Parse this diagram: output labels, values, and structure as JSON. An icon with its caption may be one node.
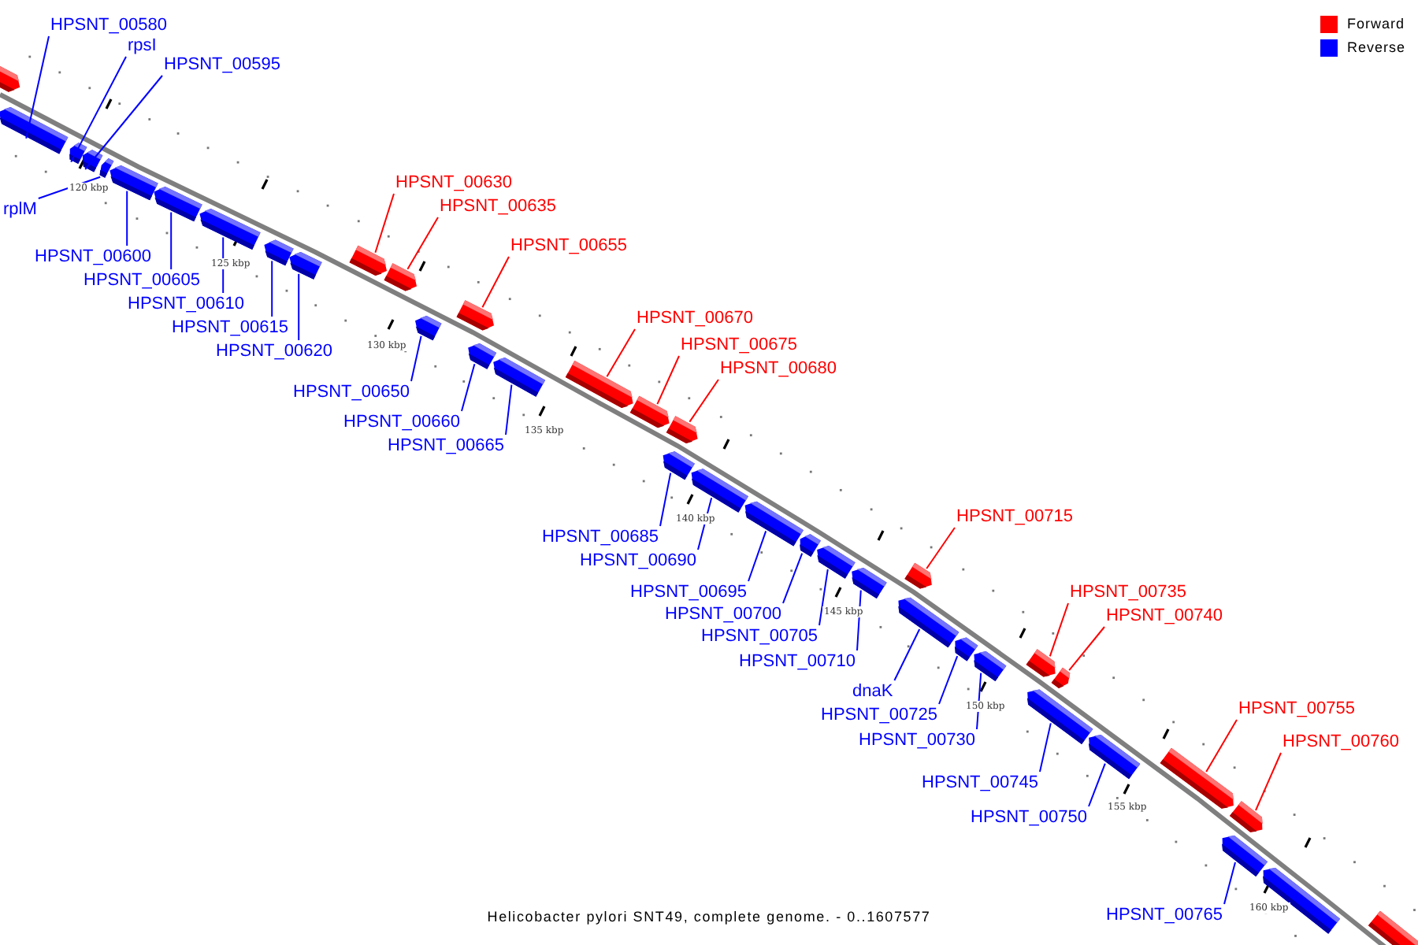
{
  "diagram": {
    "caption": "Helicobacter pylori SNT49, complete genome. - 0..1607577",
    "nodes": [
      {
        "text": [
          "HPSNT_00580"
        ]
      },
      {
        "text": [
          "rpsI"
        ]
      },
      {
        "text": [
          "HPSNT_00595"
        ]
      },
      {
        "text": [
          "rplM"
        ]
      },
      {
        "text": [
          "HPSNT_00600"
        ]
      },
      {
        "text": [
          "HPSNT_00605"
        ]
      },
      {
        "text": [
          "HPSNT_00610"
        ]
      },
      {
        "text": [
          "HPSNT_00615"
        ]
      },
      {
        "text": [
          "HPSNT_00620"
        ]
      },
      {
        "text": [
          "HPSNT_00630"
        ]
      },
      {
        "text": [
          "HPSNT_00635"
        ]
      },
      {
        "text": [
          "HPSNT_00650"
        ]
      },
      {
        "text": [
          "HPSNT_00655"
        ]
      },
      {
        "text": [
          "HPSNT_00660"
        ]
      },
      {
        "text": [
          "HPSNT_00665"
        ]
      },
      {
        "text": [
          "HPSNT_00670"
        ]
      },
      {
        "text": [
          "HPSNT_00675"
        ]
      },
      {
        "text": [
          "HPSNT_00680"
        ]
      },
      {
        "text": [
          "HPSNT_00685"
        ]
      },
      {
        "text": [
          "HPSNT_00690"
        ]
      },
      {
        "text": [
          "HPSNT_00695"
        ]
      },
      {
        "text": [
          "HPSNT_00700"
        ]
      },
      {
        "text": [
          "HPSNT_00705"
        ]
      },
      {
        "text": [
          "HPSNT_00710"
        ]
      },
      {
        "text": [
          "HPSNT_00715"
        ]
      },
      {
        "text": [
          "dnaK"
        ]
      },
      {
        "text": [
          "HPSNT_00725"
        ]
      },
      {
        "text": [
          "HPSNT_00730"
        ]
      },
      {
        "text": [
          "HPSNT_00735"
        ]
      },
      {
        "text": [
          "HPSNT_00740"
        ]
      },
      {
        "text": [
          "HPSNT_00745"
        ]
      },
      {
        "text": [
          "HPSNT_00750"
        ]
      },
      {
        "text": [
          "HPSNT_00755"
        ]
      },
      {
        "text": [
          "HPSNT_00760"
        ]
      },
      {
        "text": [
          "HPSNT_00765"
        ]
      },
      {
        "text": [],
        "shape": "bar"
      },
      {
        "text": [],
        "shape": "bar"
      },
      {
        "text": [],
        "shape": "bar"
      },
      {
        "text": [],
        "shape": "bar"
      },
      {
        "text": [],
        "shape": "bar"
      },
      {
        "text": [],
        "shape": "bar"
      },
      {
        "text": [],
        "shape": "bar"
      },
      {
        "text": [],
        "shape": "bar"
      },
      {
        "text": [],
        "shape": "bar"
      },
      {
        "text": [],
        "shape": "bar"
      },
      {
        "text": [],
        "shape": "bar"
      },
      {
        "text": [],
        "shape": "bar"
      },
      {
        "text": [],
        "shape": "bar"
      },
      {
        "text": [],
        "shape": "bar"
      },
      {
        "text": [],
        "shape": "bar"
      },
      {
        "text": [],
        "shape": "bar"
      },
      {
        "text": [],
        "shape": "bar"
      },
      {
        "text": [],
        "shape": "bar"
      },
      {
        "text": [],
        "shape": "bar"
      },
      {
        "text": [],
        "shape": "bar"
      },
      {
        "text": [],
        "shape": "bar"
      },
      {
        "text": [],
        "shape": "bar"
      },
      {
        "text": [],
        "shape": "bar"
      },
      {
        "text": [],
        "shape": "bar"
      },
      {
        "text": [],
        "shape": "bar"
      },
      {
        "text": [],
        "shape": "bar"
      },
      {
        "text": [],
        "shape": "bar"
      },
      {
        "text": [],
        "shape": "bar"
      },
      {
        "text": [],
        "shape": "bar"
      },
      {
        "text": [],
        "shape": "bar"
      },
      {
        "text": [],
        "shape": "bar"
      },
      {
        "text": [],
        "shape": "bar"
      },
      {
        "text": [],
        "shape": "bar"
      },
      {
        "text": [],
        "shape": "bar"
      },
      {
        "text": [],
        "shape": "bar"
      },
      {
        "text": [],
        "shape": "bar"
      },
      {
        "text": [],
        "shape": "bar"
      },
      {
        "text": [],
        "shape": "bar"
      }
    ],
    "edges": [
      {
        "from": 0,
        "to": 36,
        "arrow": "none"
      },
      {
        "from": 1,
        "to": 37,
        "arrow": "none"
      },
      {
        "from": 2,
        "to": 38,
        "arrow": "none"
      },
      {
        "from": 3,
        "to": 39,
        "arrow": "none"
      },
      {
        "from": 4,
        "to": 40,
        "arrow": "none"
      },
      {
        "from": 5,
        "to": 41,
        "arrow": "none"
      },
      {
        "from": 6,
        "to": 42,
        "arrow": "none"
      },
      {
        "from": 7,
        "to": 43,
        "arrow": "none"
      },
      {
        "from": 8,
        "to": 44,
        "arrow": "none"
      },
      {
        "from": 9,
        "to": 45,
        "arrow": "none",
        "color": "#ff0000"
      },
      {
        "from": 10,
        "to": 46,
        "arrow": "none",
        "color": "#ff0000"
      },
      {
        "from": 11,
        "to": 47,
        "arrow": "none"
      },
      {
        "from": 12,
        "to": 48,
        "arrow": "none",
        "color": "#ff0000"
      },
      {
        "from": 13,
        "to": 49,
        "arrow": "none"
      },
      {
        "from": 14,
        "to": 50,
        "arrow": "none"
      },
      {
        "from": 15,
        "to": 51,
        "arrow": "none",
        "color": "#ff0000"
      },
      {
        "from": 16,
        "to": 52,
        "arrow": "none",
        "color": "#ff0000"
      },
      {
        "from": 17,
        "to": 53,
        "arrow": "none",
        "color": "#ff0000"
      },
      {
        "from": 18,
        "to": 54,
        "arrow": "none"
      },
      {
        "from": 19,
        "to": 55,
        "arrow": "none"
      },
      {
        "from": 20,
        "to": 56,
        "arrow": "none"
      },
      {
        "from": 21,
        "to": 57,
        "arrow": "none"
      },
      {
        "from": 22,
        "to": 58,
        "arrow": "none"
      },
      {
        "from": 23,
        "to": 59,
        "arrow": "none"
      },
      {
        "from": 24,
        "to": 60,
        "arrow": "none",
        "color": "#ff0000"
      },
      {
        "from": 25,
        "to": 61,
        "arrow": "none"
      },
      {
        "from": 26,
        "to": 62,
        "arrow": "none"
      },
      {
        "from": 27,
        "to": 63,
        "arrow": "none"
      },
      {
        "from": 28,
        "to": 64,
        "arrow": "none",
        "color": "#ff0000"
      },
      {
        "from": 29,
        "to": 65,
        "arrow": "none",
        "color": "#ff0000"
      },
      {
        "from": 30,
        "to": 66,
        "arrow": "none"
      },
      {
        "from": 31,
        "to": 67,
        "arrow": "none"
      },
      {
        "from": 32,
        "to": 68,
        "arrow": "none",
        "color": "#ff0000"
      },
      {
        "from": 33,
        "to": 69,
        "arrow": "none",
        "color": "#ff0000"
      },
      {
        "from": 34,
        "to": 70,
        "arrow": "none"
      }
    ],
    "labels": [
      "120 kbp",
      "125 kbp",
      "130 kbp",
      "135 kbp",
      "140 kbp",
      "145 kbp",
      "150 kbp",
      "155 kbp",
      "160 kbp"
    ],
    "legend": [
      {
        "text": "Forward",
        "color": "#ff0000"
      },
      {
        "text": "Reverse",
        "color": "#0000ff"
      }
    ]
  }
}
